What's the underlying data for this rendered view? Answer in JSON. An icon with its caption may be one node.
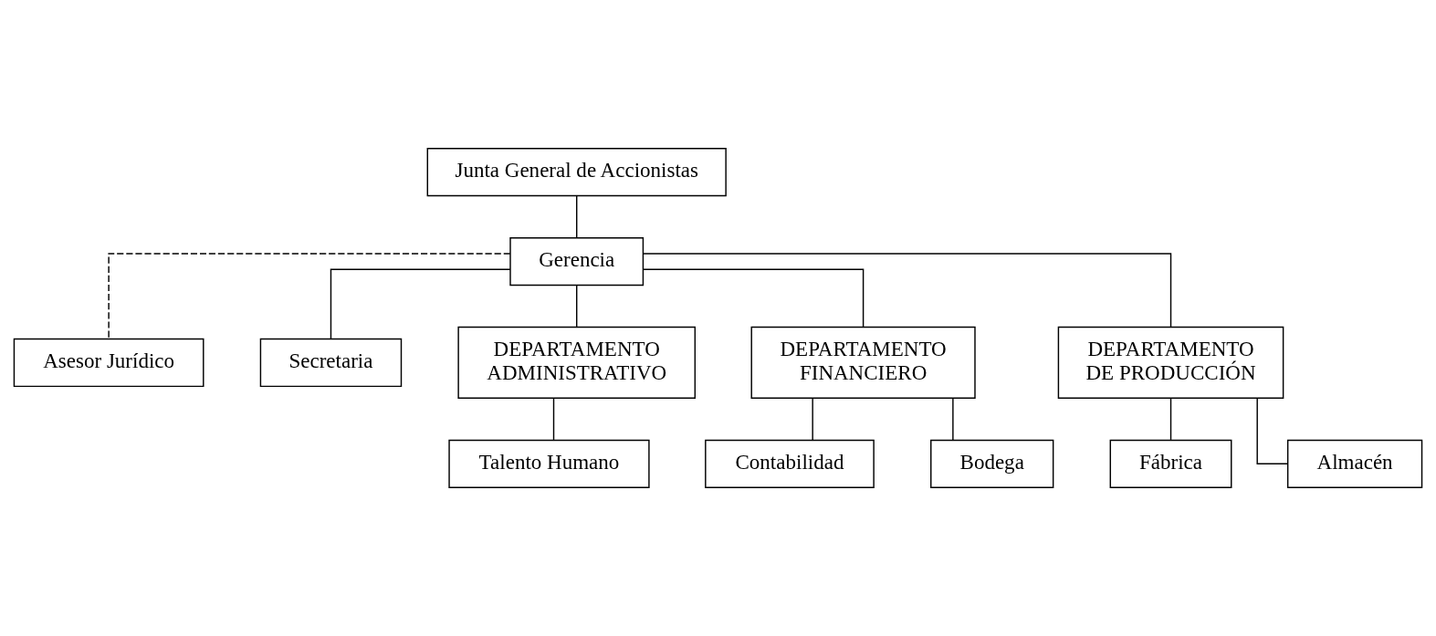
{
  "diagram": {
    "nodes": [
      {
        "text": [
          "Junta General de Accionistas"
        ]
      },
      {
        "text": [
          "Gerencia"
        ]
      },
      {
        "text": [
          "Asesor Jurídico"
        ]
      },
      {
        "text": [
          "Secretaria"
        ]
      },
      {
        "text": [
          "DEPARTAMENTO ADMINISTRATIVO"
        ]
      },
      {
        "text": [
          "DEPARTAMENTO FINANCIERO"
        ]
      },
      {
        "text": [
          "DEPARTAMENTO DE PRODUCCIÓN"
        ]
      },
      {
        "text": [
          "Talento Humano"
        ]
      },
      {
        "text": [
          "Contabilidad"
        ]
      },
      {
        "text": [
          "Bodega"
        ]
      },
      {
        "text": [
          "Fábrica"
        ]
      },
      {
        "text": [
          "Almacén"
        ]
      }
    ],
    "edges": [
      {
        "from": 0,
        "to": 1,
        "arrow": "none"
      },
      {
        "from": 1,
        "to": 2,
        "arrow": "none",
        "style": "dashed"
      },
      {
        "from": 1,
        "to": 3,
        "arrow": "none"
      },
      {
        "from": 1,
        "to": 4,
        "arrow": "none"
      },
      {
        "from": 1,
        "to": 5,
        "arrow": "none"
      },
      {
        "from": 1,
        "to": 6,
        "arrow": "none"
      },
      {
        "from": 4,
        "to": 7,
        "arrow": "none"
      },
      {
        "from": 5,
        "to": 8,
        "arrow": "none"
      },
      {
        "from": 5,
        "to": 9,
        "arrow": "none"
      },
      {
        "from": 6,
        "to": 10,
        "arrow": "none"
      },
      {
        "from": 6,
        "to": 11,
        "arrow": "none"
      }
    ]
  }
}
